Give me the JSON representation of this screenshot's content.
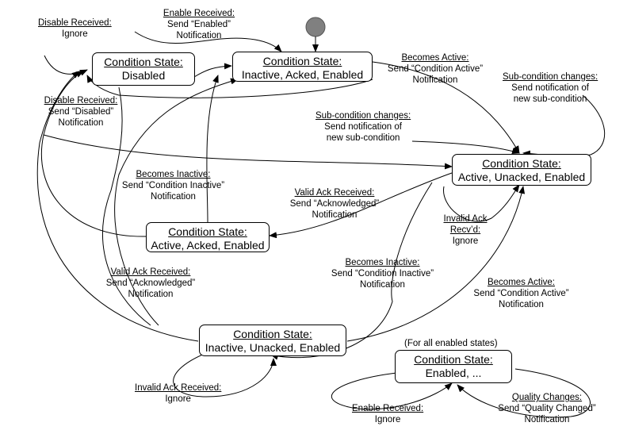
{
  "states": {
    "disabled": {
      "title": "Condition State:",
      "value": "Disabled"
    },
    "inactive_acked": {
      "title": "Condition State:",
      "value": "Inactive, Acked, Enabled"
    },
    "active_unacked": {
      "title": "Condition State:",
      "value": "Active, Unacked, Enabled"
    },
    "active_acked": {
      "title": "Condition State:",
      "value": "Active, Acked, Enabled"
    },
    "inactive_unacked": {
      "title": "Condition State:",
      "value": "Inactive, Unacked, Enabled"
    },
    "enabled_all": {
      "title": "Condition State:",
      "value": "Enabled, ...",
      "note": "(For all enabled states)"
    }
  },
  "transitions": {
    "disable_received_ignore": {
      "event": "Disable Received:",
      "action": "Ignore"
    },
    "enable_received_notify": {
      "event": "Enable Received:",
      "action": "Send “Enabled” Notification"
    },
    "becomes_active_top": {
      "event": "Becomes Active:",
      "action": "Send “Condition Active” Notification"
    },
    "subcondition_right": {
      "event": "Sub-condition changes:",
      "action": "Send notification of new sub-condition"
    },
    "disable_received_notify": {
      "event": "Disable Received:",
      "action": "Send “Disabled” Notification"
    },
    "subcondition_middle": {
      "event": "Sub-condition changes:",
      "action": "Send notification of new sub-condition"
    },
    "becomes_inactive_left": {
      "event": "Becomes Inactive:",
      "action": "Send “Condition Inactive” Notification"
    },
    "valid_ack_middle": {
      "event": "Valid Ack Received:",
      "action": "Send “Acknowledged” Notification"
    },
    "invalid_ack_recvd": {
      "event": "Invalid Ack Recv’d:",
      "action": "Ignore"
    },
    "valid_ack_left": {
      "event": "Valid Ack Received:",
      "action": "Send “Acknowledged” Notification"
    },
    "becomes_inactive_middle": {
      "event": "Becomes Inactive:",
      "action": "Send “Condition Inactive” Notification"
    },
    "becomes_active_bottom": {
      "event": "Becomes Active:",
      "action": "Send “Condition Active” Notification"
    },
    "invalid_ack_received": {
      "event": "Invalid Ack Received:",
      "action": "Ignore"
    },
    "enable_received_ignore": {
      "event": "Enable Received:",
      "action": "Ignore"
    },
    "quality_changes": {
      "event": "Quality Changes:",
      "action": "Send “Quality Changed” Notification"
    }
  }
}
